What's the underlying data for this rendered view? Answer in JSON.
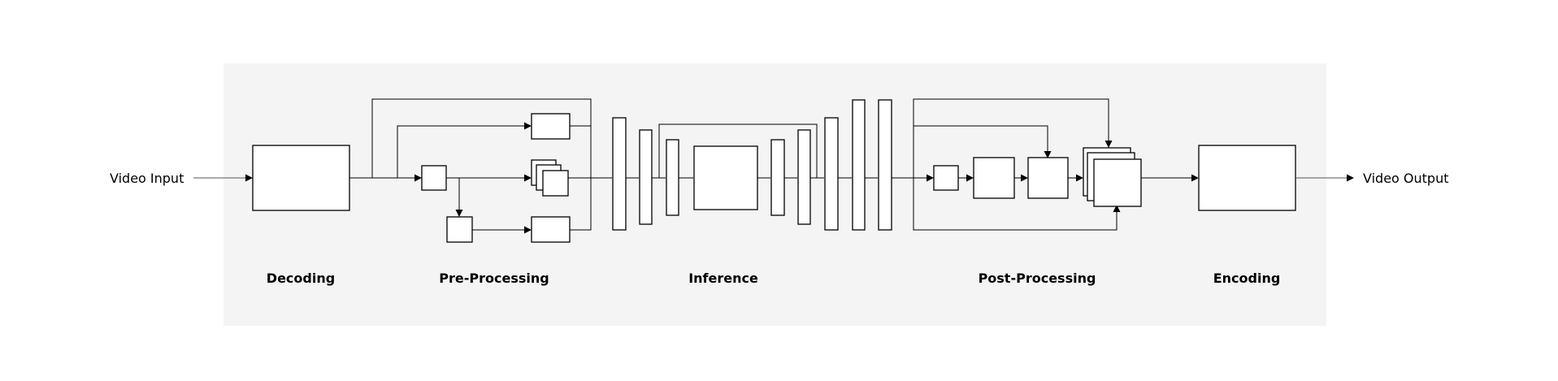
{
  "io": {
    "input_label": "Video Input",
    "output_label": "Video Output"
  },
  "stages": {
    "decoding": "Decoding",
    "preprocessing": "Pre-Processing",
    "inference": "Inference",
    "postprocessing": "Post-Processing",
    "encoding": "Encoding"
  },
  "colors": {
    "panel": "#f4f4f4",
    "stroke": "#000000",
    "box_fill": "#ffffff"
  }
}
